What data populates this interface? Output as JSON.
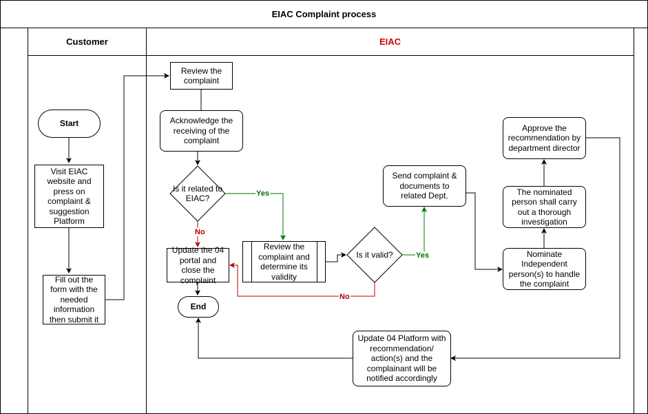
{
  "diagram": {
    "title": "EIAC Complaint process",
    "lanes": {
      "customer": "Customer",
      "eiac": "EIAC"
    },
    "nodes": {
      "start": "Start",
      "visit_website": "Visit EIAC website and press on complaint & suggestion Platform",
      "fill_form": "Fill out the form with the needed information then submit it",
      "review_complaint": "Review the complaint",
      "acknowledge": "Acknowledge the receiving of the complaint",
      "related_question": "Is it related to EIAC?",
      "update_portal_close": "Update the 04 portal and close the complaint",
      "end": "End",
      "review_validity": "Review the complaint and determine its validity",
      "valid_question": "Is it valid?",
      "send_to_dept": "Send complaint & documents to related Dept.",
      "nominate": "Nominate Independent person(s) to handle the complaint",
      "investigation": "The nominated person shall carry out a thorough investigation",
      "approve": "Approve the recommendation by department director",
      "update_platform": "Update 04 Platform with recommendation/ action(s) and the complainant will be notified accordingly"
    },
    "edge_labels": {
      "related_yes": "Yes",
      "related_no": "No",
      "valid_yes": "Yes",
      "valid_no": "No"
    },
    "colors": {
      "eiac_lane_title": "#cc0000",
      "yes_edge": "#007000",
      "no_edge": "#b20000",
      "line": "#000000"
    }
  }
}
